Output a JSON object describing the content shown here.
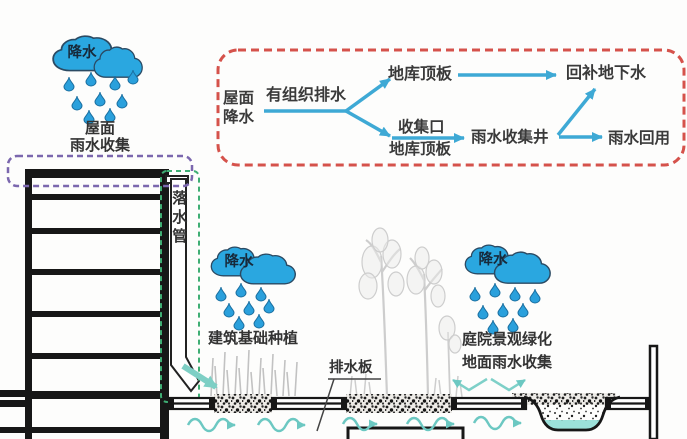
{
  "clouds": [
    {
      "label": "降水"
    },
    {
      "label": "降水"
    },
    {
      "label": "降水"
    }
  ],
  "section": {
    "roof_label_line1": "屋面",
    "roof_label_line2": "雨水收集",
    "downspout_label": "落水管",
    "foundation_label": "建筑基础种植",
    "courtyard_label_line1": "庭院景观绿化",
    "courtyard_label_line2": "地面雨水收集",
    "drain_board_label": "排水板"
  },
  "flowchart": {
    "source_line1": "屋面",
    "source_line2": "降水",
    "organized_drainage": "有组织排水",
    "garage_roof_top": "地库顶板",
    "recharge_groundwater": "回补地下水",
    "collection_inlet": "收集口",
    "garage_roof_bottom": "地库顶板",
    "collection_well": "雨水收集井",
    "rainwater_reuse": "雨水回用"
  },
  "colors": {
    "cloud_blue": "#2aa7e0",
    "flow_arrow_blue": "#3ea9d5",
    "ground_water_teal": "#6cc8c2",
    "water_fill": "#9ce1da",
    "flowchart_border_red": "#d5524b",
    "roof_zone_border_purple": "#7b67ae",
    "downspout_zone_border_green": "#3fae74",
    "structure_black": "#171717",
    "text_dark": "#333333",
    "tree_gray": "#c2c2c2"
  }
}
